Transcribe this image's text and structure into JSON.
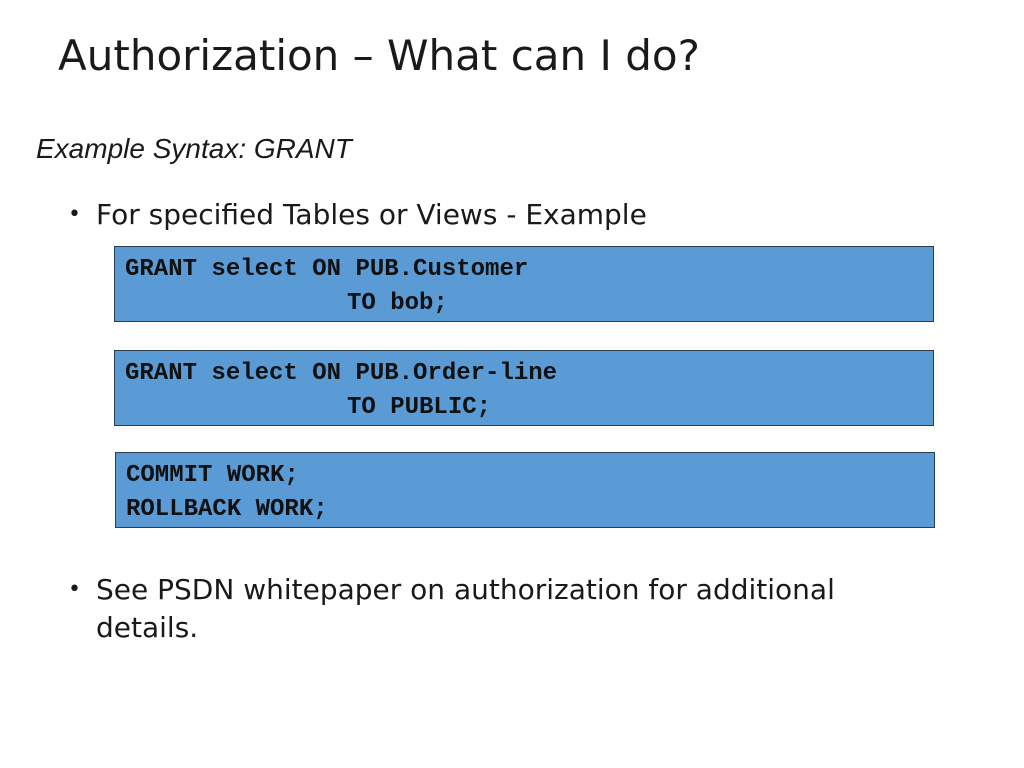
{
  "slide": {
    "title": "Authorization – What can I do?",
    "subtitle": "Example Syntax: GRANT",
    "bullet_symbol": "•",
    "bullets": [
      {
        "text": "For specified Tables or Views - Example"
      },
      {
        "text": "See PSDN whitepaper on authorization for additional details."
      }
    ],
    "code_blocks": [
      {
        "lines": [
          "GRANT select ON PUB.Customer",
          "TO bob;"
        ]
      },
      {
        "lines": [
          "GRANT select ON PUB.Order-line",
          "TO PUBLIC;"
        ]
      },
      {
        "lines": [
          "COMMIT WORK;",
          "ROLLBACK WORK;"
        ]
      }
    ]
  },
  "colors": {
    "code_box_fill": "#5b9bd5",
    "code_box_border": "#2a3f54",
    "text": "#1a1a1a"
  }
}
